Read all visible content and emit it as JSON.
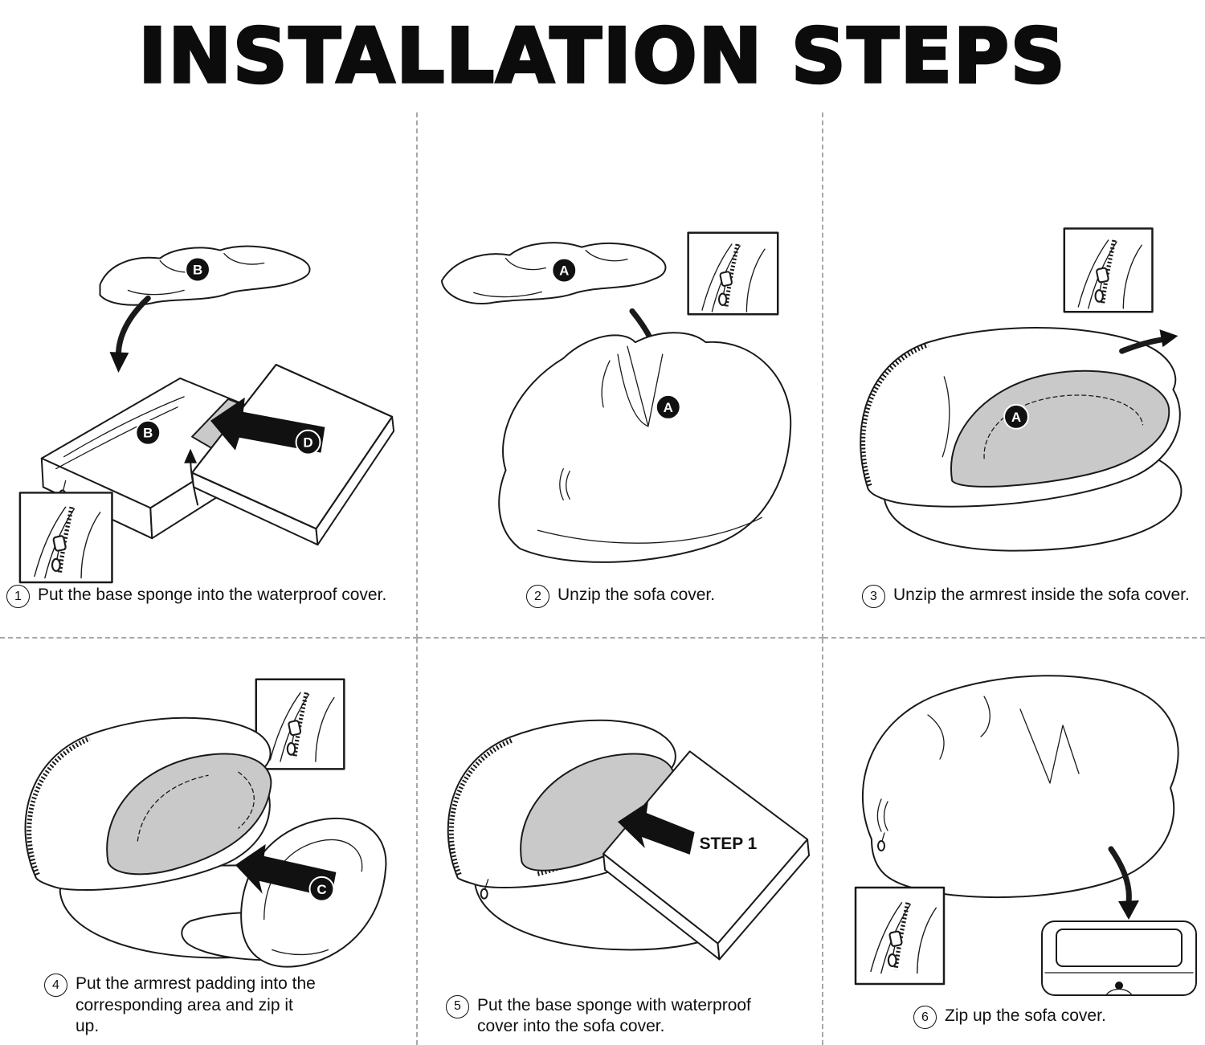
{
  "page": {
    "title": "INSTALLATION STEPS"
  },
  "labels": {
    "a": "A",
    "b": "B",
    "c": "C",
    "d": "D",
    "step1": "STEP 1"
  },
  "steps": [
    {
      "number": "1",
      "caption": "Put the base sponge into the waterproof cover."
    },
    {
      "number": "2",
      "caption": "Unzip the sofa cover."
    },
    {
      "number": "3",
      "caption": "Unzip the armrest inside the sofa cover."
    },
    {
      "number": "4",
      "caption": "Put the armrest padding into the corresponding area and zip it up."
    },
    {
      "number": "5",
      "caption": "Put the base sponge with waterproof cover into the sofa cover."
    },
    {
      "number": "6",
      "caption": "Zip up the sofa cover."
    }
  ],
  "colors": {
    "line": "#1a1a1a",
    "gray_fill": "#c9c9c9",
    "badge_bg": "#111111",
    "badge_text": "#ffffff"
  }
}
